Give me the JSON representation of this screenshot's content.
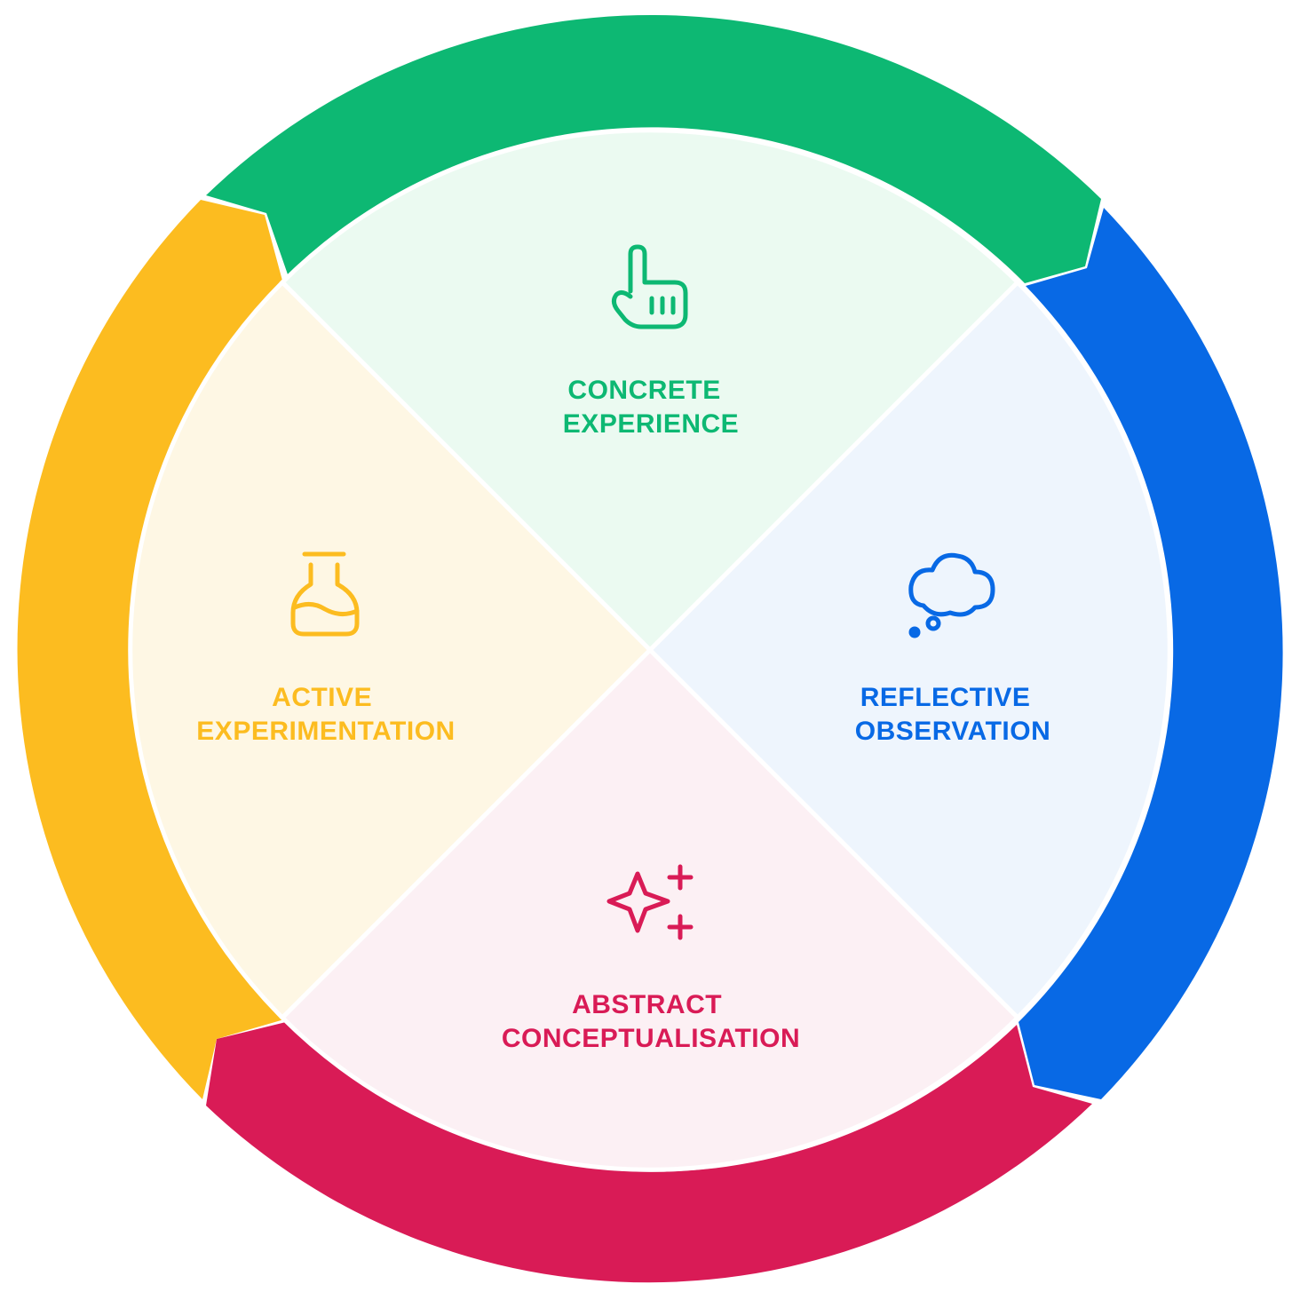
{
  "colors": {
    "green": "#0DB873",
    "blue": "#0869E5",
    "red": "#D91B56",
    "yellow": "#FCBC20",
    "green_fill": "#EBFAF1",
    "blue_fill": "#EEF5FD",
    "red_fill": "#FCF0F4",
    "yellow_fill": "#FEF7E4"
  },
  "stages": [
    {
      "id": "concrete-experience",
      "lines": [
        "CONCRETE",
        "EXPERIENCE"
      ],
      "icon": "pointing-hand-icon"
    },
    {
      "id": "reflective-observation",
      "lines": [
        "REFLECTIVE",
        "OBSERVATION"
      ],
      "icon": "thought-cloud-icon"
    },
    {
      "id": "abstract-conceptualisation",
      "lines": [
        "ABSTRACT",
        "CONCEPTUALISATION"
      ],
      "icon": "sparkles-icon"
    },
    {
      "id": "active-experimentation",
      "lines": [
        "ACTIVE",
        "EXPERIMENTATION"
      ],
      "icon": "flask-icon"
    }
  ]
}
